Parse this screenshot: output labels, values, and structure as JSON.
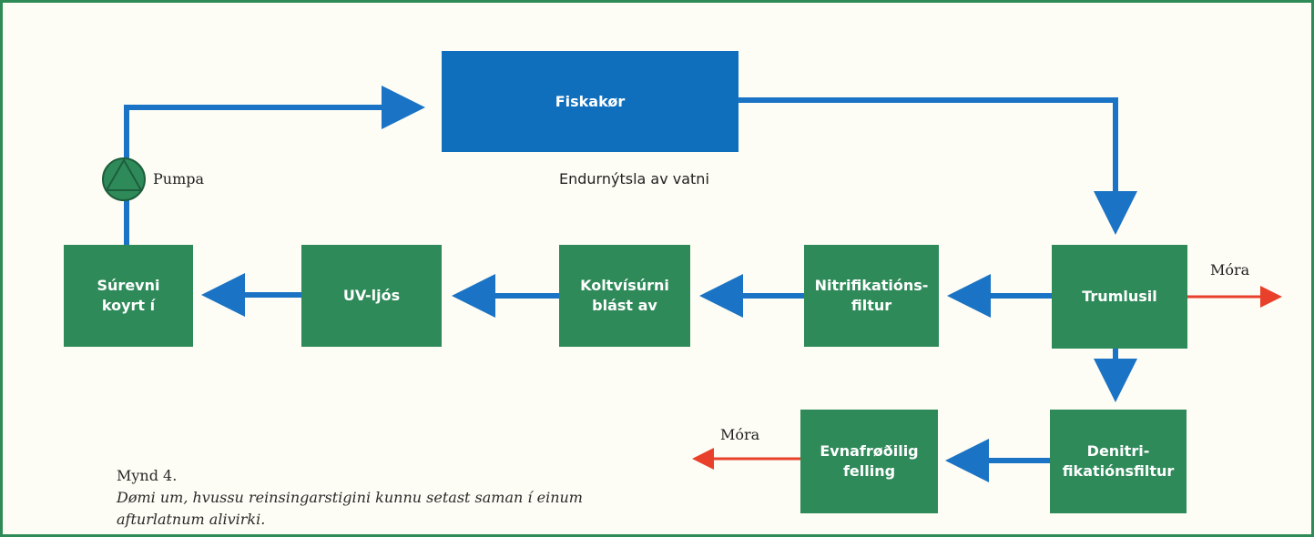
{
  "colors": {
    "flow_arrow": "#1a73c4",
    "waste_arrow": "#e8402a",
    "process_box": "#2f8a5a",
    "tank_box": "#0f6fbd",
    "border": "#2e8b57"
  },
  "diagram": {
    "center_label": "Endurnýtsla av vatni",
    "tank": "Fiskakør",
    "pump_label": "Pumpa",
    "pump_icon": "pump-circle-triangle",
    "boxes": {
      "surevni": "Súrevni\nkoyrt í",
      "uv": "UV-ljós",
      "koltvisurni": "Koltvísúrni\nblást av",
      "nitrifikations": "Nitrifikatións-\nfiltur",
      "trumlusil": "Trumlusil",
      "denitri": "Denitri-\nfikatiónsfiltur",
      "evnafroedilig": "Evnafrøðilig\nfelling"
    },
    "waste_label_right": "Móra",
    "waste_label_left": "Móra"
  },
  "caption": {
    "title": "Mynd 4.",
    "text": "Dømi um, hvussu reinsingarstigini kunnu setast saman í einum afturlatnum alivirki."
  }
}
